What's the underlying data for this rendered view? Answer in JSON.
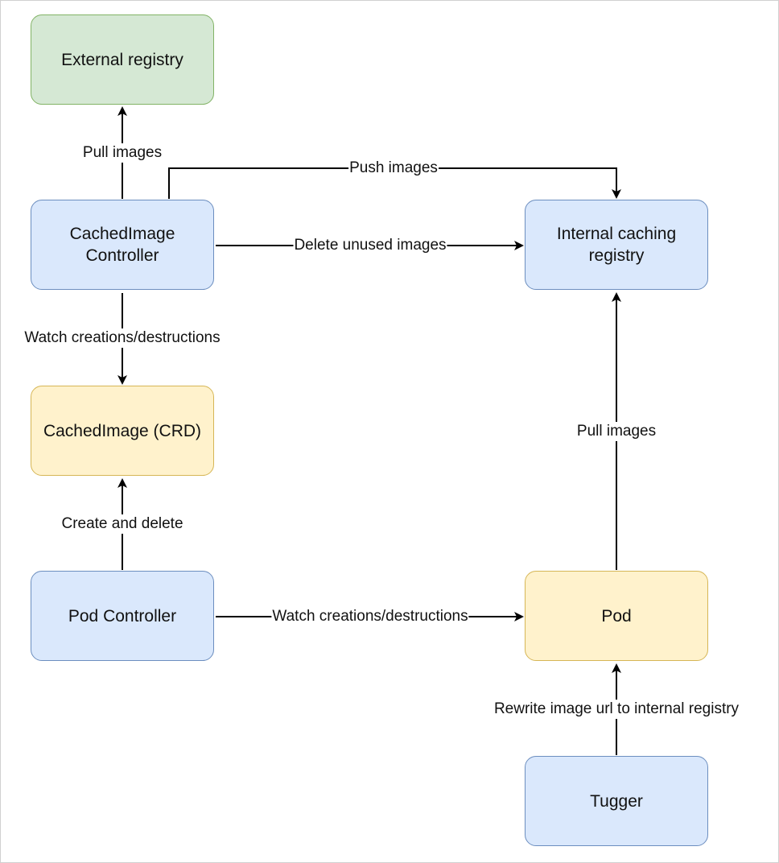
{
  "colors": {
    "green_fill": "#d5e8d4",
    "green_stroke": "#82b366",
    "blue_fill": "#dae8fc",
    "blue_stroke": "#6c8ebf",
    "yellow_fill": "#fff2cc",
    "yellow_stroke": "#d6b656",
    "edge": "#000000"
  },
  "nodes": {
    "external_registry": "External registry",
    "cachedimage_controller": "CachedImage\nController",
    "internal_caching_registry": "Internal caching\nregistry",
    "cachedimage_crd": "CachedImage (CRD)",
    "pod_controller": "Pod Controller",
    "pod": "Pod",
    "tugger": "Tugger"
  },
  "edges": {
    "pull_images_external": "Pull images",
    "push_images": "Push images",
    "delete_unused_images": "Delete unused images",
    "watch_crd": "Watch creations/destructions",
    "create_and_delete": "Create and delete",
    "watch_pod": "Watch creations/destructions",
    "pull_images_internal": "Pull images",
    "rewrite_image_url": "Rewrite image url to internal registry"
  }
}
